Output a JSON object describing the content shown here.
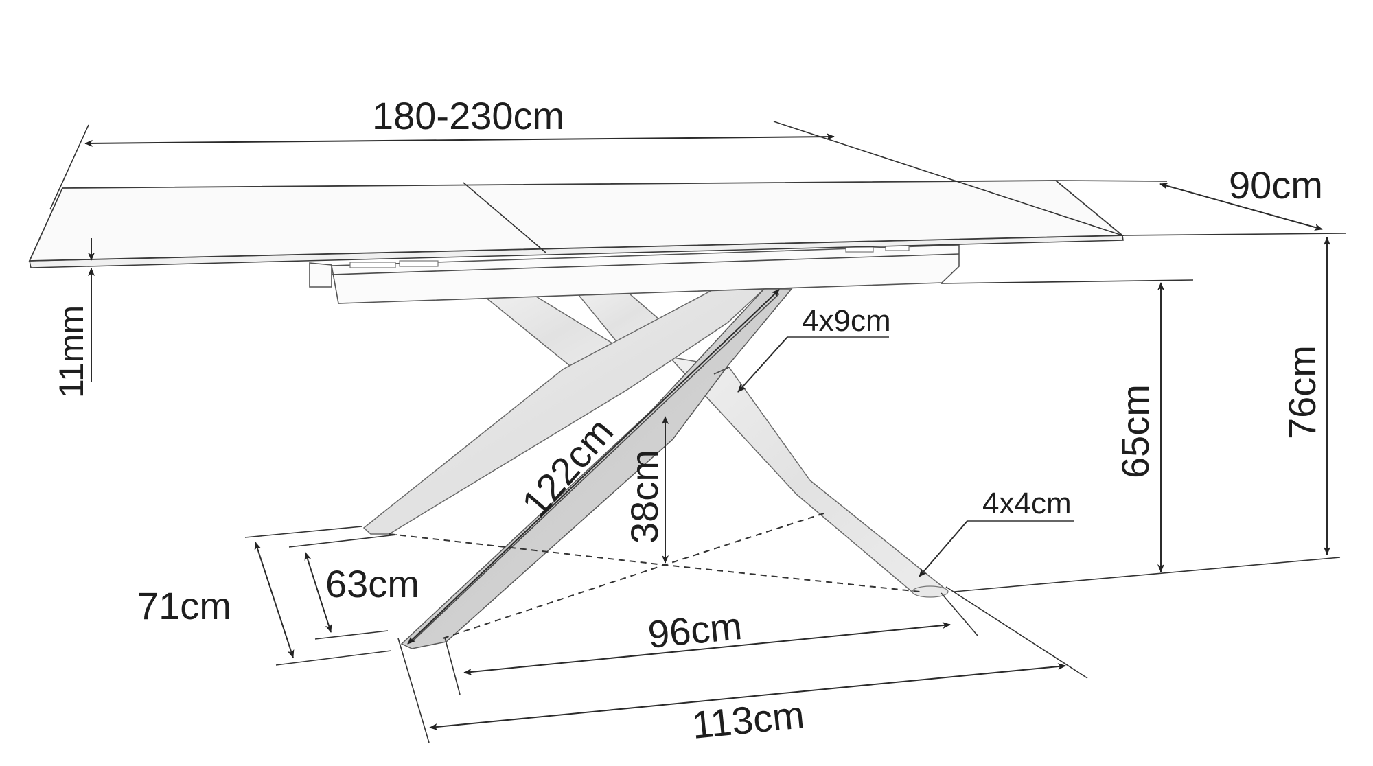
{
  "diagram": {
    "subject": "Extendable dining table with crossed wooden legs — dimension drawing",
    "colors": {
      "background": "#ffffff",
      "lines": "#2b2b2b",
      "text": "#1e1e1e",
      "wood": "#e4e4e4"
    },
    "dimensions": {
      "length": "180-230cm",
      "depth": "90cm",
      "top_thickness": "11mm",
      "total_height": "76cm",
      "under_frame_height": "65cm",
      "leg_size_top": "4x9cm",
      "leg_size_foot": "4x4cm",
      "leg_length": "122cm",
      "crossing_height": "38cm",
      "base_depth_outer": "71cm",
      "base_depth_inner": "63cm",
      "base_width_inner": "96cm",
      "base_width_outer": "113cm"
    }
  }
}
